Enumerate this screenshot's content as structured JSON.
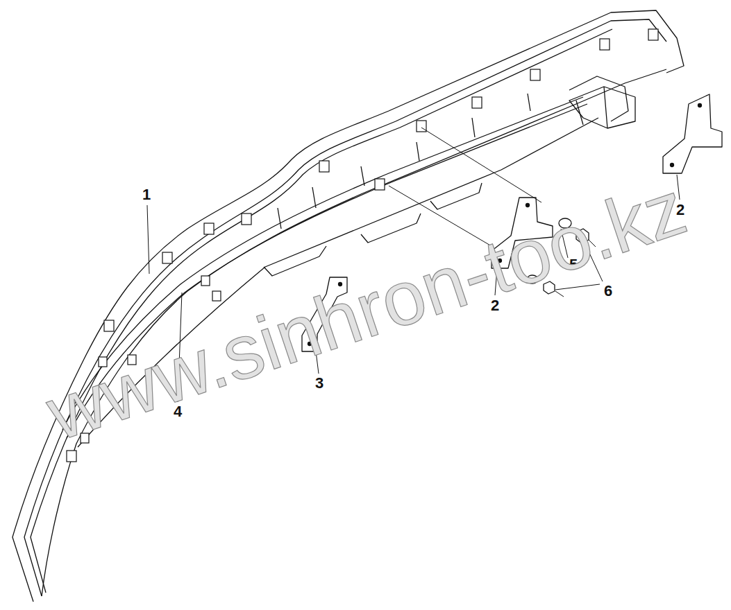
{
  "diagram": {
    "labels": [
      "1",
      "2",
      "5",
      "2",
      "6",
      "3",
      "4",
      "www.sinhron-too.kz"
    ]
  }
}
